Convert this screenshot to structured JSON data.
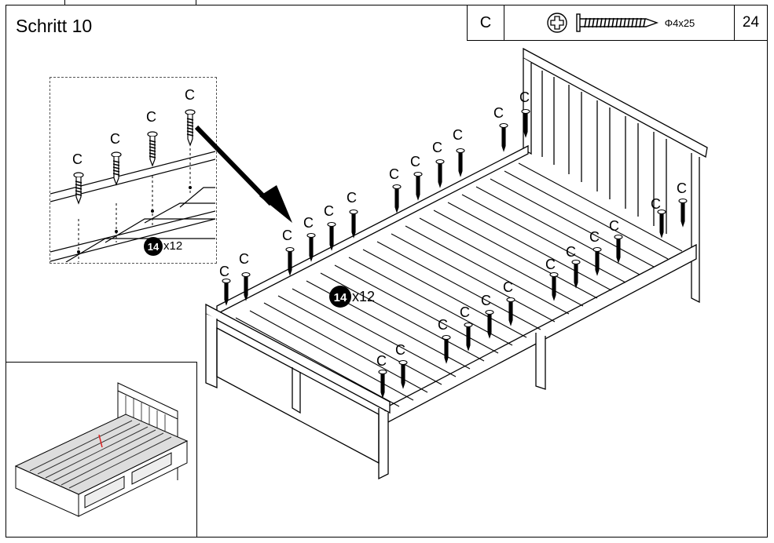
{
  "step": {
    "title": "Schritt 10"
  },
  "header": {
    "part_letter": "C",
    "screw_spec": "Φ4x25",
    "page_number": "24",
    "icons": [
      "phillips-screwdriver-icon",
      "screw-icon"
    ]
  },
  "callouts": {
    "screw_label": "C",
    "count_badge": "14",
    "count_suffix": "x12"
  },
  "detail_view": {
    "count_badge": "14",
    "count_suffix": "x12"
  },
  "overview": {
    "icon": "bed-overview"
  }
}
